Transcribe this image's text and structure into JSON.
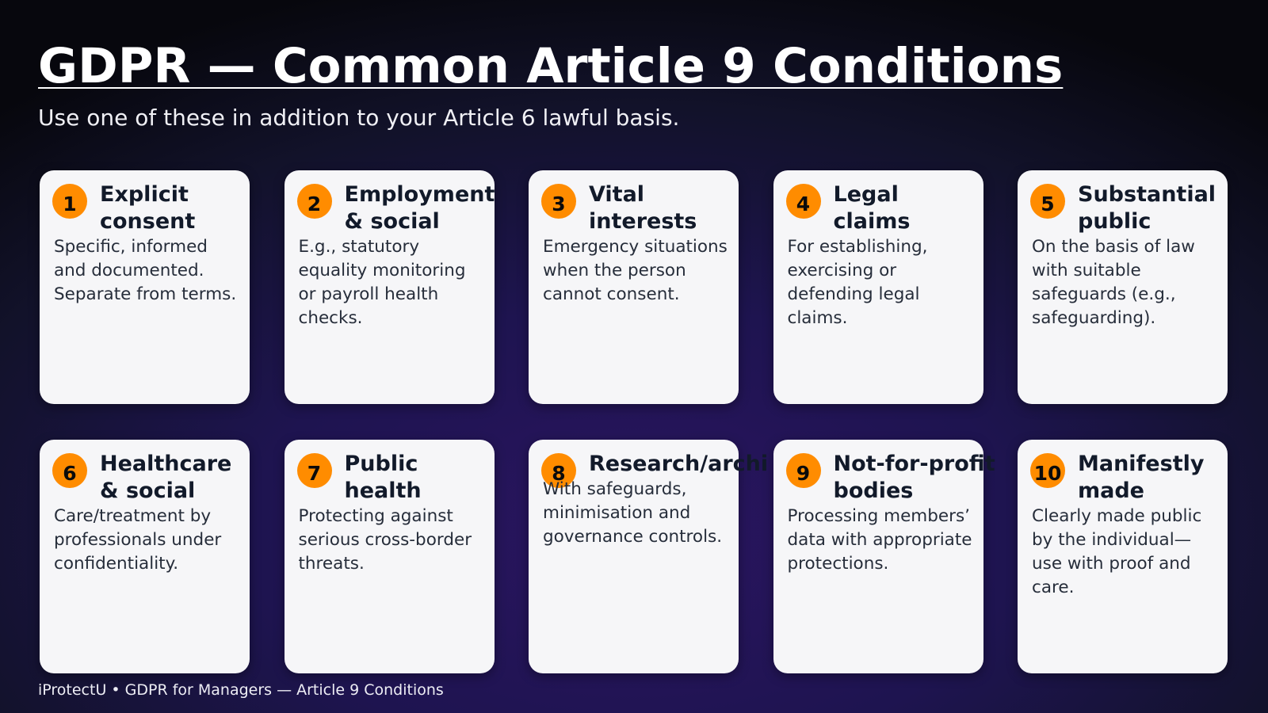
{
  "header": {
    "title": "GDPR — Common Article 9 Conditions",
    "subtitle": "Use one of these in addition to your Article 6 lawful basis."
  },
  "colors": {
    "accent": "#ff8c00",
    "card": "#f6f6f8",
    "title_text": "#121a2a"
  },
  "cards": [
    {
      "number": "1",
      "title": "Explicit\nconsent",
      "body": "Specific, informed and documented. Separate from terms."
    },
    {
      "number": "2",
      "title": "Employment\n& social",
      "body": "E.g., statutory equality monitoring or payroll health checks."
    },
    {
      "number": "3",
      "title": "Vital\ninterests",
      "body": "Emergency situations when the person cannot consent."
    },
    {
      "number": "4",
      "title": "Legal\nclaims",
      "body": "For establishing, exercising or defending legal claims."
    },
    {
      "number": "5",
      "title": "Substantial\npublic",
      "body": "On the basis of law with suitable safeguards (e.g., safeguarding)."
    },
    {
      "number": "6",
      "title": "Healthcare\n& social",
      "body": "Care/treatment by professionals under confidentiality."
    },
    {
      "number": "7",
      "title": "Public\nhealth",
      "body": "Protecting against serious cross-border threats."
    },
    {
      "number": "8",
      "title": "Research/archi",
      "body": "With safeguards, minimisation and governance controls."
    },
    {
      "number": "9",
      "title": "Not-for-profit\nbodies",
      "body": "Processing members’ data with appropriate protections."
    },
    {
      "number": "10",
      "title": "Manifestly\nmade",
      "body": "Clearly made public by the individual—use with proof and care."
    }
  ],
  "footer": {
    "text": "iProtectU • GDPR for Managers — Article 9 Conditions"
  }
}
